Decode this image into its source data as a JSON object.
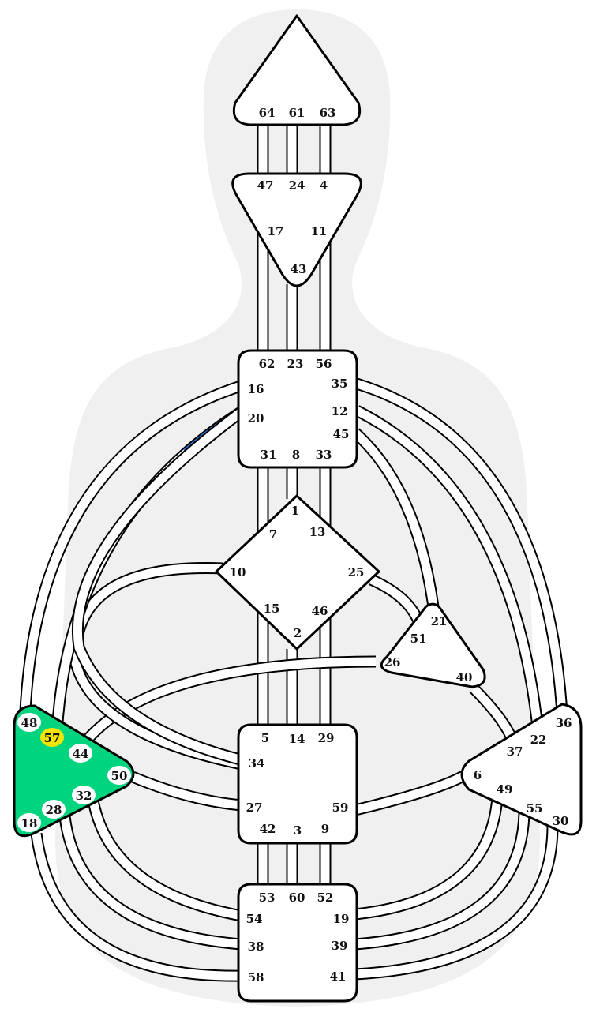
{
  "colors": {
    "silhouette": "#f0f0f0",
    "center_open": "#ffffff",
    "center_defined": "#00d47e",
    "channel_defined": "#1e78e6",
    "gate_highlight": "#f2e600",
    "outline": "#000000"
  },
  "centers": {
    "head": {
      "defined": false,
      "gates": [
        "64",
        "61",
        "63"
      ]
    },
    "ajna": {
      "defined": false,
      "gates": [
        "47",
        "24",
        "4",
        "17",
        "11",
        "43"
      ]
    },
    "throat": {
      "defined": false,
      "gates": [
        "62",
        "23",
        "56",
        "16",
        "35",
        "20",
        "12",
        "45",
        "31",
        "8",
        "33"
      ]
    },
    "g": {
      "defined": false,
      "gates": [
        "1",
        "7",
        "13",
        "10",
        "25",
        "15",
        "46",
        "2"
      ]
    },
    "heart": {
      "defined": false,
      "gates": [
        "21",
        "51",
        "26",
        "40"
      ]
    },
    "sacral": {
      "defined": false,
      "gates": [
        "5",
        "14",
        "29",
        "34",
        "27",
        "59",
        "42",
        "3",
        "9"
      ]
    },
    "solar_plexus": {
      "defined": false,
      "gates": [
        "36",
        "22",
        "37",
        "6",
        "49",
        "55",
        "30"
      ]
    },
    "spleen": {
      "defined": true,
      "gates": [
        "48",
        "57",
        "44",
        "50",
        "32",
        "28",
        "18"
      ]
    },
    "root": {
      "defined": false,
      "gates": [
        "53",
        "60",
        "52",
        "54",
        "19",
        "38",
        "39",
        "58",
        "41"
      ]
    }
  },
  "active_gates": [
    "57"
  ],
  "defined_channels": [
    {
      "gates": [
        "57",
        "20"
      ],
      "active_gate": "57"
    }
  ]
}
